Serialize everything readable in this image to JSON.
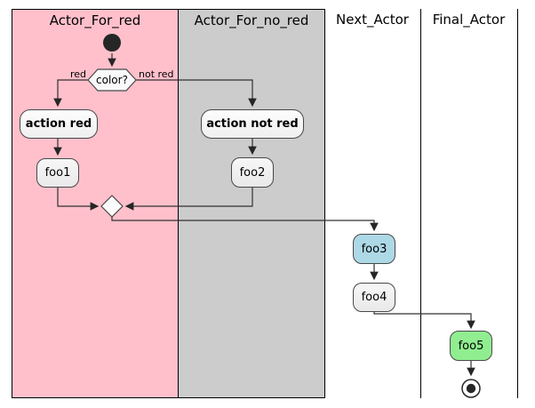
{
  "diagram": {
    "kind": "activity-diagram-with-swimlanes",
    "lanes": [
      {
        "label": "Actor_For_red",
        "bg": "#FFC0CB"
      },
      {
        "label": "Actor_For_no_red",
        "bg": "#CCCCCC"
      },
      {
        "label": "Next_Actor",
        "bg": "#FFFFFF"
      },
      {
        "label": "Final_Actor",
        "bg": "#FFFFFF"
      }
    ],
    "nodes": {
      "start": {
        "shape": "initial-state",
        "color": "#262626"
      },
      "decision": {
        "label": "color?",
        "shape": "hexagon",
        "fill": "#FAFAFA"
      },
      "action_red": {
        "label": "action red",
        "fill": "#F7F7F7",
        "emphasis": "bold"
      },
      "action_not_red": {
        "label": "action not red",
        "fill": "#F7F7F7",
        "emphasis": "bold"
      },
      "foo1": {
        "label": "foo1",
        "fill": "#F0F0F0"
      },
      "foo2": {
        "label": "foo2",
        "fill": "#F0F0F0"
      },
      "merge": {
        "shape": "diamond",
        "fill": "#FAFAFA"
      },
      "foo3": {
        "label": "foo3",
        "fill": "#ADD8E6"
      },
      "foo4": {
        "label": "foo4",
        "fill": "#F0F0F0"
      },
      "foo5": {
        "label": "foo5",
        "fill": "#90EE90"
      },
      "end": {
        "shape": "final-state",
        "color": "#262626"
      }
    },
    "edge_labels": {
      "red": "red",
      "not_red": "not red"
    }
  }
}
